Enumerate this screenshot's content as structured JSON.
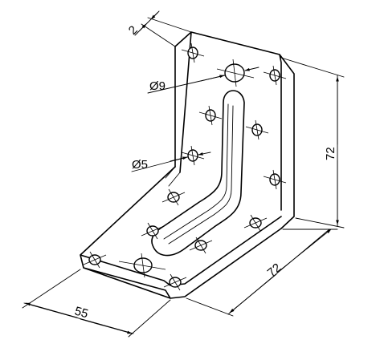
{
  "dimensions": {
    "thickness": "2",
    "large_hole": "Ø9",
    "small_hole": "Ø5",
    "height": "72",
    "depth": "72",
    "width": "55"
  }
}
